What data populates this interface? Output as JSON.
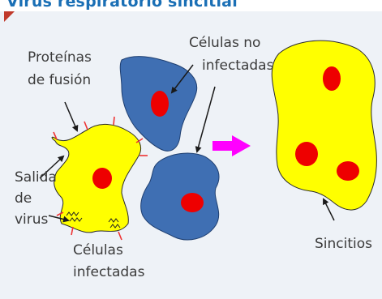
{
  "title": "Virus respiratorio sincitial",
  "labels": {
    "proteinas": [
      "Proteínas",
      "de fusión"
    ],
    "celulas_no_infectadas": [
      "Células no",
      "infectadas"
    ],
    "salida": [
      "Salida",
      "de",
      "virus"
    ],
    "celulas_infectadas": [
      "Células",
      "infectadas"
    ],
    "sincitios": "Sincitios"
  },
  "colors": {
    "title": "#1a6fb5",
    "panel": "#eef2f7",
    "infected_cell": "#ffff00",
    "uninfected_cell": "#3f6fb3",
    "nucleus": "#ee0000",
    "arrow": "#ff00ff",
    "corner": "#c0392b"
  }
}
